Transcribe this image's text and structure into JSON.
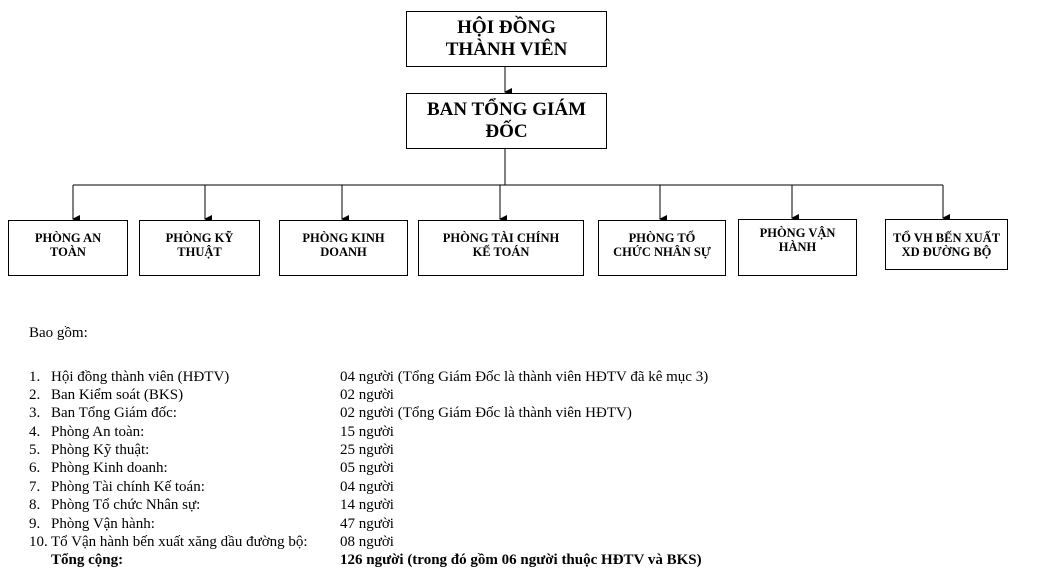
{
  "org_chart": {
    "board": {
      "line1": "HỘI ĐỒNG",
      "line2": "THÀNH VIÊN"
    },
    "ceo": {
      "line1": "BAN TỔNG GIÁM",
      "line2": "ĐỐC"
    },
    "departments": [
      {
        "line1": "PHÒNG AN",
        "line2": "TOÀN"
      },
      {
        "line1": "PHÒNG KỸ",
        "line2": "THUẬT"
      },
      {
        "line1": "PHÒNG KINH",
        "line2": "DOANH"
      },
      {
        "line1": "PHÒNG TÀI CHÍNH",
        "line2": "KẾ TOÁN"
      },
      {
        "line1": "PHÒNG TỔ",
        "line2": "CHỨC NHÂN SỰ"
      },
      {
        "line1": "PHÒNG VẬN",
        "line2": "HÀNH"
      },
      {
        "line1": "TỔ VH BẾN XUẤT",
        "line2": "XD ĐƯỜNG BỘ"
      }
    ]
  },
  "staff": {
    "intro": "Bao gồm:",
    "items": [
      {
        "num": "1.",
        "name": "Hội đồng thành viên (HĐTV)",
        "value": "04 người (Tổng Giám Đốc là thành viên HĐTV đã kê mục 3)"
      },
      {
        "num": "2.",
        "name": "Ban Kiểm soát (BKS)",
        "value": "02 người"
      },
      {
        "num": "3.",
        "name": "Ban Tổng Giám đốc:",
        "value": "02 người (Tổng Giám Đốc là thành viên HĐTV)"
      },
      {
        "num": "4.",
        "name": "Phòng An toàn:",
        "value": "15 người"
      },
      {
        "num": "5.",
        "name": "Phòng Kỹ thuật:",
        "value": "25 người"
      },
      {
        "num": "6.",
        "name": "Phòng Kinh doanh:",
        "value": "05 người"
      },
      {
        "num": "7.",
        "name": "Phòng Tài chính Kế toán:",
        "value": "04 người"
      },
      {
        "num": "8.",
        "name": "Phòng Tổ chức Nhân sự:",
        "value": "14 người"
      },
      {
        "num": "9.",
        "name": "Phòng Vận hành:",
        "value": "47 người"
      },
      {
        "num": "10.",
        "name": "Tổ Vận hành bến xuất xăng dầu đường bộ:",
        "value": " 08 người"
      }
    ],
    "total_label": "Tổng cộng:",
    "total_value": "126 người (trong đó gồm 06 người thuộc HĐTV và BKS)"
  }
}
